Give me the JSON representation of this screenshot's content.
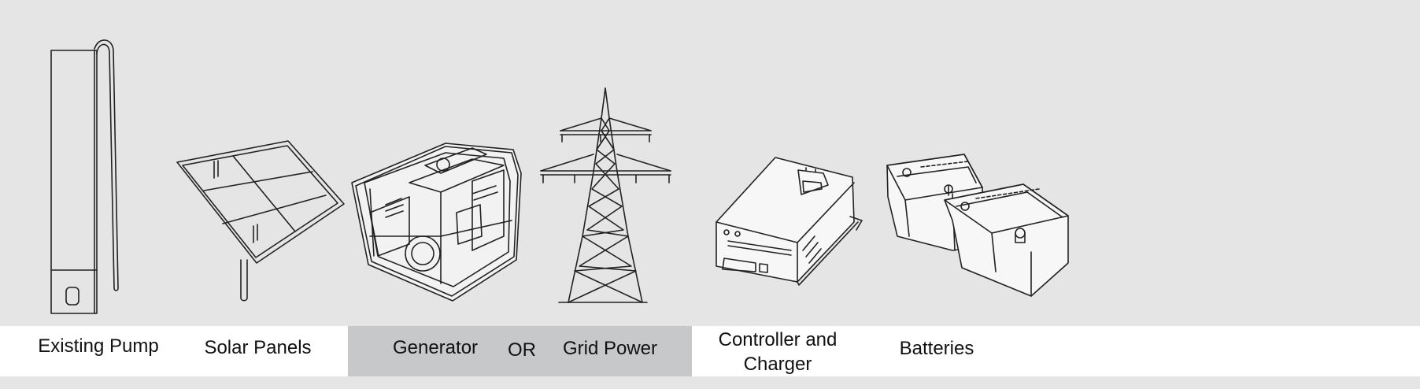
{
  "components": {
    "existing_pump": "Existing Pump",
    "solar_panels": "Solar Panels",
    "generator": "Generator",
    "or_text": "OR",
    "grid_power": "Grid Power",
    "controller_line1": "Controller and",
    "controller_line2": "Charger",
    "batteries": "Batteries"
  },
  "colors": {
    "background": "#e4e5e4",
    "label_band": "#ffffff",
    "alternative_box": "#c7c8c9",
    "line_art": "#222222"
  }
}
